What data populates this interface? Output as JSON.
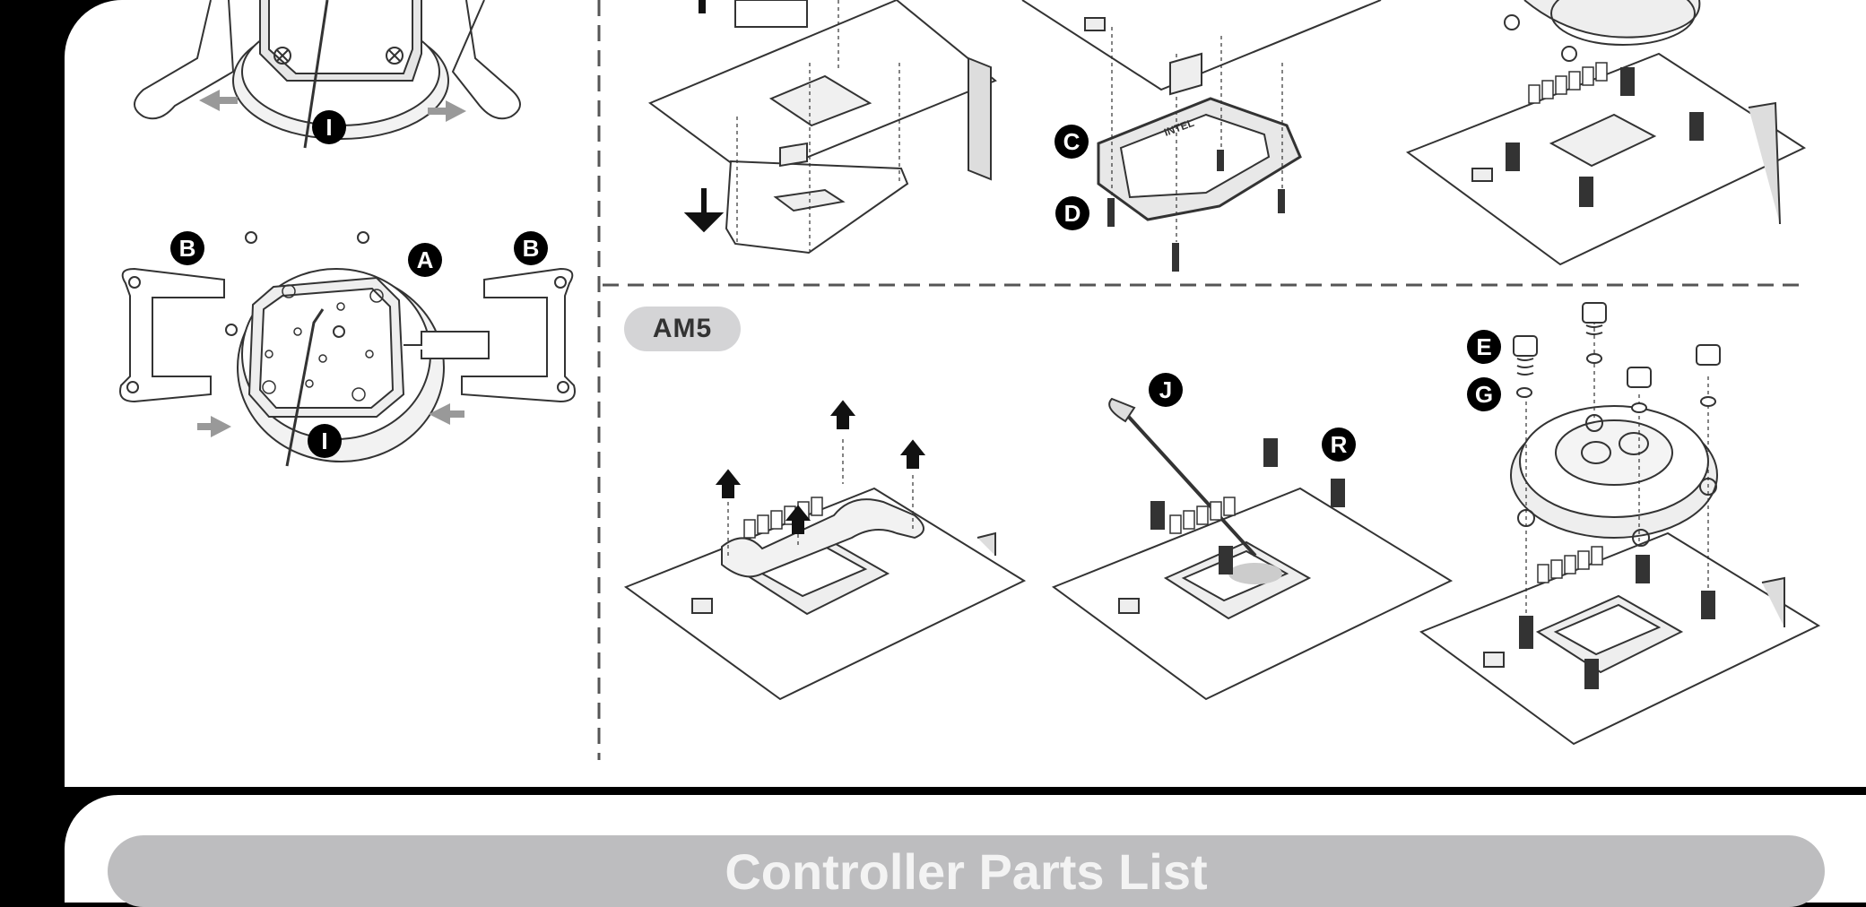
{
  "am5_label": "AM5",
  "bottom_title": "Controller Parts List",
  "callouts": {
    "a": "A",
    "b": "B",
    "c": "C",
    "d": "D",
    "e": "E",
    "g": "G",
    "i": "I",
    "j": "J",
    "r": "R"
  },
  "board_marking": "INTEL"
}
